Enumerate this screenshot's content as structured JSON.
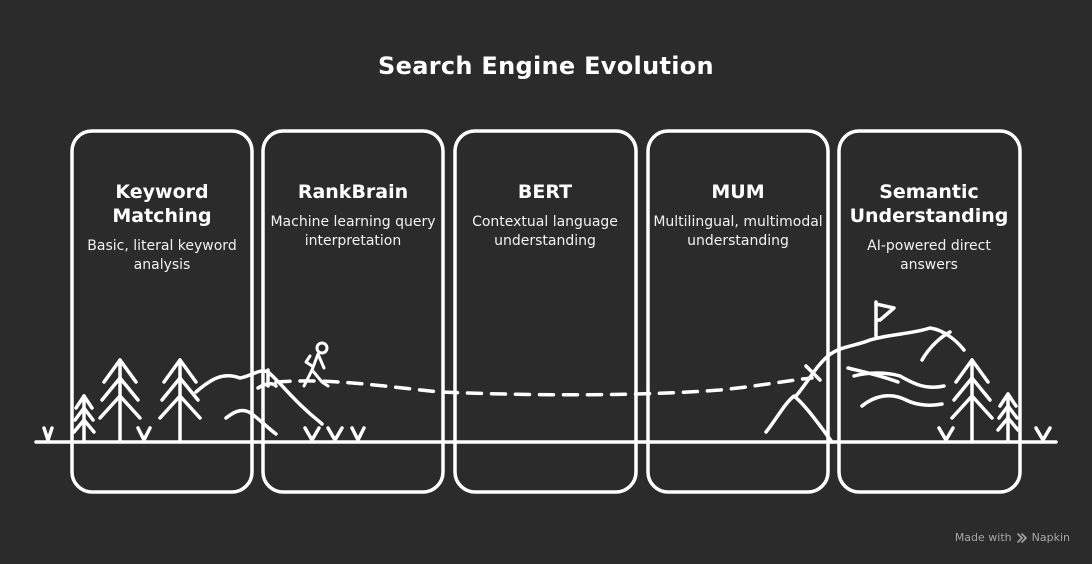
{
  "title": "Search Engine Evolution",
  "stages": [
    {
      "title": "Keyword Matching",
      "description": "Basic, literal keyword analysis"
    },
    {
      "title": "RankBrain",
      "description": "Machine learning query interpretation"
    },
    {
      "title": "BERT",
      "description": "Contextual language understanding"
    },
    {
      "title": "MUM",
      "description": "Multilingual, multimodal understanding"
    },
    {
      "title": "Semantic Understanding",
      "description": "AI-powered direct answers"
    }
  ],
  "footer": {
    "made_with": "Made with",
    "brand": "Napkin"
  },
  "colors": {
    "background": "#2b2b2b",
    "stroke": "#ffffff",
    "footer_text": "#a6a6a6"
  },
  "icons": [
    "hiker-icon",
    "flag-icon",
    "tree-icon",
    "mountain-icon",
    "napkin-logo-icon"
  ]
}
